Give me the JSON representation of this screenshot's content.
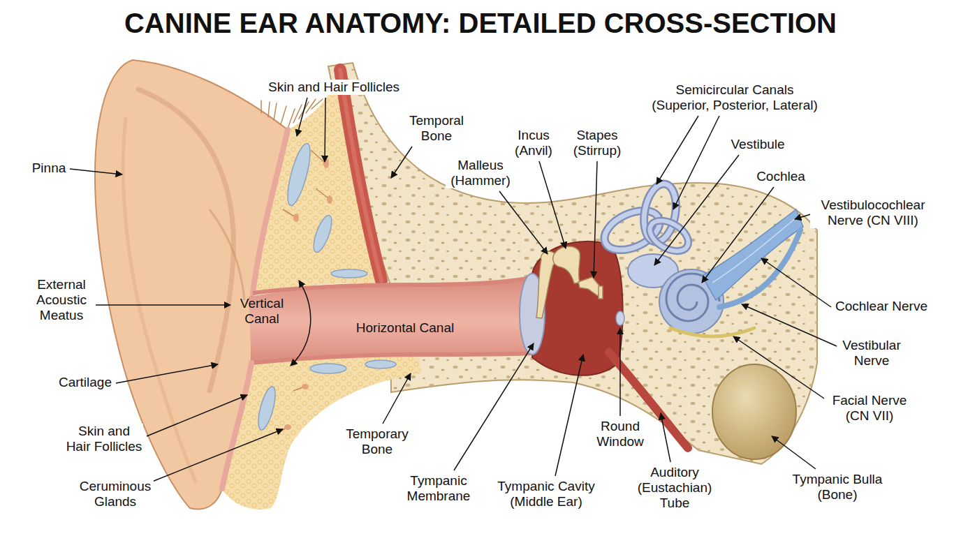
{
  "diagram": {
    "title": "CANINE EAR ANATOMY: DETAILED CROSS-SECTION",
    "labels": [
      "Skin and Hair Follicles",
      "Temporal Bone",
      "Semicircular Canals (Superior, Posterior, Lateral)",
      "Incus (Anvil)",
      "Stapes (Stirrup)",
      "Vestibule",
      "Malleus (Hammer)",
      "Cochlea",
      "Pinna",
      "Vestibulocochlear Nerve (CN VIII)",
      "External Acoustic Meatus",
      "Vertical Canal",
      "Horizontal Canal",
      "Cochlear Nerve",
      "Vestibular Nerve",
      "Cartilage",
      "Facial Nerve (CN VII)",
      "Skin and Hair Follicles",
      "Temporary Bone",
      "Round Window",
      "Ceruminous Glands",
      "Tympanic Membrane",
      "Tympanic Cavity (Middle Ear)",
      "Auditory (Eustachian) Tube",
      "Tympanic Bulla (Bone)"
    ]
  }
}
